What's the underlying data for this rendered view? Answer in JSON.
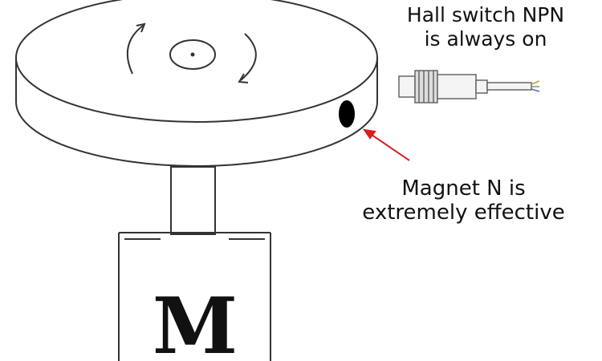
{
  "labels": {
    "sensor_line1": "Hall switch NPN",
    "sensor_line2": "is always on",
    "magnet_line1": "Magnet N is",
    "magnet_line2": "extremely effective",
    "motor_letter": "M"
  },
  "colors": {
    "line": "#333333",
    "arrow": "#d42020",
    "magnet": "#000000"
  }
}
